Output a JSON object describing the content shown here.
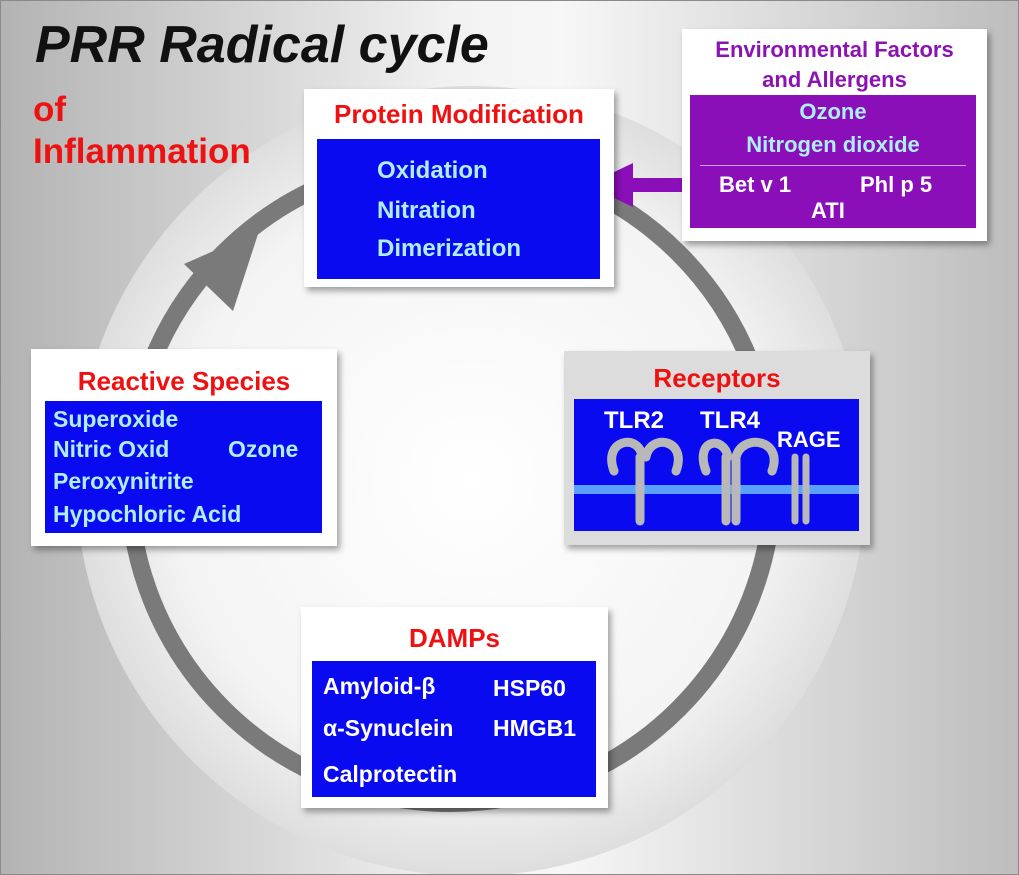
{
  "title": "PRR Radical cycle",
  "subtitle": {
    "line1": "of",
    "line2": "Inflammation"
  },
  "protein_modification": {
    "title": "Protein Modification",
    "items": [
      "Oxidation",
      "Nitration",
      "Dimerization"
    ]
  },
  "environmental": {
    "title_line1": "Environmental Factors",
    "title_line2": "and Allergens",
    "gases": [
      "Ozone",
      "Nitrogen dioxide"
    ],
    "allergens": [
      "Bet v 1",
      "Phl p 5",
      "ATI"
    ]
  },
  "reactive_species": {
    "title": "Reactive Species",
    "items": [
      "Superoxide",
      "Nitric Oxid",
      "Ozone",
      "Peroxynitrite",
      "Hypochloric Acid"
    ]
  },
  "receptors": {
    "title": "Receptors",
    "labels": [
      "TLR2",
      "TLR4",
      "RAGE"
    ]
  },
  "damps": {
    "title": "DAMPs",
    "items": [
      "Amyloid-β",
      "HSP60",
      "α-Synuclein",
      "HMGB1",
      "Calprotectin"
    ]
  },
  "colors": {
    "title_red": "#ee1111",
    "panel_blue": "#0a0af0",
    "panel_text": "#aeeeff",
    "env_purple": "#8a0fb8",
    "env_title": "#8b12b3",
    "cycle_grey": "#7a7a7a"
  }
}
